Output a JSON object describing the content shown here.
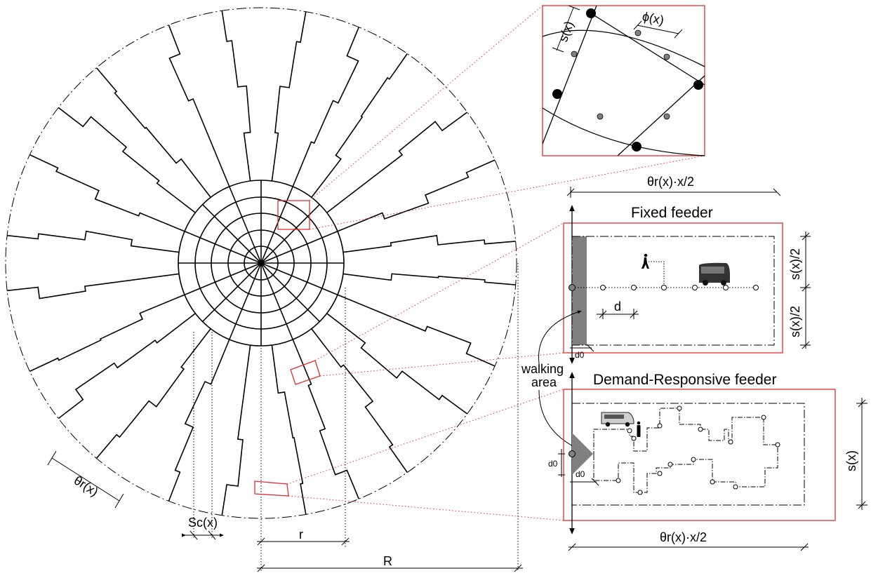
{
  "labels": {
    "inset_s": "s(x)",
    "inset_phi": "ϕ(x)",
    "top_dim": "θr(x)·x/2",
    "fixed_title": "Fixed feeder",
    "half_s_top": "s(x)/2",
    "half_s_bottom": "s(x)/2",
    "d": "d",
    "d0_fixed": "d0",
    "walking_area_line1": "walking",
    "walking_area_line2": "area",
    "drf_title": "Demand-Responsive feeder",
    "drf_s": "s(x)",
    "d0_drf_vertical": "d0",
    "d0_drf_horizontal": "d0",
    "bottom_dim": "θr(x)·x/2",
    "theta_left": "θr(x)",
    "sc": "Sc(x)",
    "r": "r",
    "R": "R"
  },
  "colors": {
    "highlight": "#e03030",
    "line": "#000000",
    "walking_area": "#808080",
    "stop_node": "#808080"
  },
  "icons": {
    "pedestrian": "pedestrian-icon",
    "bus": "bus-icon",
    "van": "minibus-icon"
  }
}
